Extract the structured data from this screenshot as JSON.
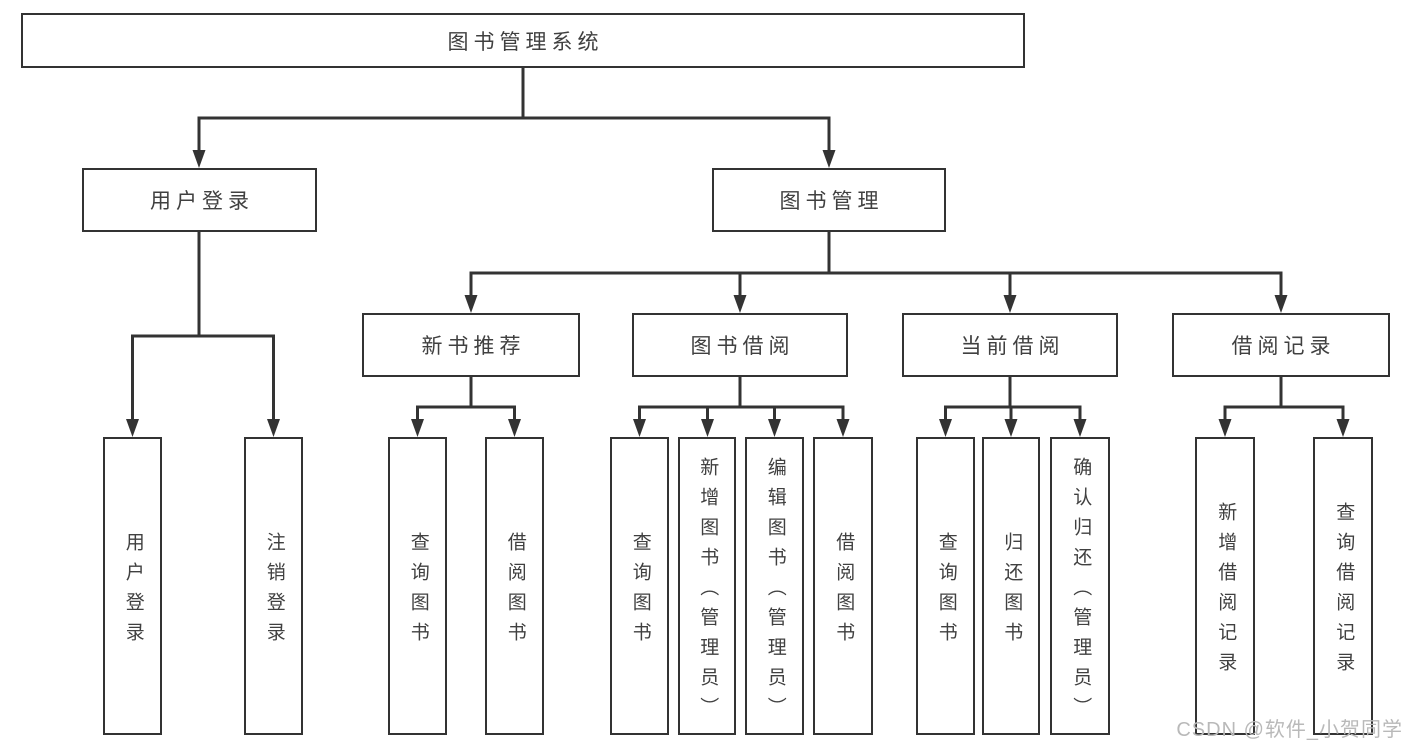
{
  "diagram": {
    "title": "图书管理系统",
    "level2": [
      {
        "id": "user-login",
        "label": "用户登录"
      },
      {
        "id": "book-management",
        "label": "图书管理"
      }
    ],
    "level3": [
      {
        "id": "new-book-recommend",
        "label": "新书推荐"
      },
      {
        "id": "book-borrow",
        "label": "图书借阅"
      },
      {
        "id": "current-borrow",
        "label": "当前借阅"
      },
      {
        "id": "borrow-records",
        "label": "借阅记录"
      }
    ],
    "leaves": [
      {
        "parent": "用户登录",
        "label": "用户登录"
      },
      {
        "parent": "用户登录",
        "label": "注销登录"
      },
      {
        "parent": "新书推荐",
        "label": "查询图书"
      },
      {
        "parent": "新书推荐",
        "label": "借阅图书"
      },
      {
        "parent": "图书借阅",
        "label": "查询图书"
      },
      {
        "parent": "图书借阅",
        "label": "新增图书（管理员）"
      },
      {
        "parent": "图书借阅",
        "label": "编辑图书（管理员）"
      },
      {
        "parent": "图书借阅",
        "label": "借阅图书"
      },
      {
        "parent": "当前借阅",
        "label": "查询图书"
      },
      {
        "parent": "当前借阅",
        "label": "归还图书"
      },
      {
        "parent": "当前借阅",
        "label": "确认归还（管理员）"
      },
      {
        "parent": "借阅记录",
        "label": "新增借阅记录"
      },
      {
        "parent": "借阅记录",
        "label": "查询借阅记录"
      }
    ]
  },
  "watermark": {
    "text": "CSDN @软件_小贺同学"
  },
  "colors": {
    "line": "#333333",
    "text": "#404040",
    "box_background": "#ffffff",
    "watermark": "#b9b9b9",
    "background": "#ffffff"
  }
}
